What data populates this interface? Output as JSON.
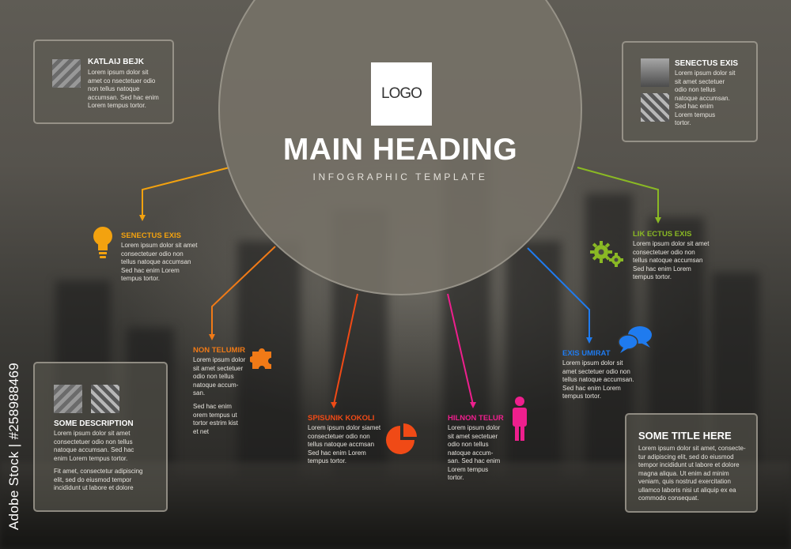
{
  "colors": {
    "yellow": "#f3a20f",
    "orange": "#f07a17",
    "red": "#f04a16",
    "pink": "#ee1f8d",
    "blue": "#1f7bef",
    "green": "#8ab924"
  },
  "header": {
    "logo": "LOGO",
    "main_heading": "MAIN HEADING",
    "subheading": "INFOGRAPHIC TEMPLATE"
  },
  "boxes": {
    "top_left": {
      "title": "KATLAIJ BEJK",
      "text": [
        "Lorem ipsum dolor sit",
        "amet co nsectetuer odio",
        "non tellus natoque",
        "accumsan. Sed hac enim",
        "Lorem tempus tortor."
      ]
    },
    "top_right": {
      "title": "SENECTUS EXIS",
      "text": [
        "Lorem ipsum dolor sit",
        "sit amet sectetuer",
        "odio non tellus",
        "natoque accumsan.",
        "Sed hac enim",
        "Lorem tempus",
        "tortor."
      ]
    },
    "bottom_left": {
      "title": "SOME DESCRIPTION",
      "text": [
        "Lorem ipsum dolor sit amet",
        "consectetuer odio non tellus",
        "natoque accumsan. Sed hac",
        "enim Lorem tempus tortor."
      ],
      "text2": [
        "Fit amet, consectetur adipiscing",
        "elit, sed do eiusmod tempor",
        "incididunt ut labore et dolore"
      ]
    },
    "bottom_right": {
      "title": "SOME TITLE HERE",
      "text": [
        "Lorem ipsum dolor sit amet, consecte-",
        "tur adipiscing elit, sed do eiusmod",
        "tempor incididunt ut labore et dolore",
        "magna aliqua. Ut enim ad minim",
        "veniam, quis nostrud exercitation",
        "ullamco laboris nisi ut aliquip ex ea",
        "commodo consequat."
      ]
    }
  },
  "items": {
    "senectus": {
      "label": "SENECTUS EXIS",
      "text": [
        "Lorem ipsum dolor sit amet",
        "consectetuer odio non",
        "tellus natoque accumsan",
        "Sed hac enim Lorem",
        "tempus tortor."
      ]
    },
    "non_telumir": {
      "label": "NON TELUMIR",
      "text": [
        "Lorem ipsum dolor",
        "sit amet sectetuer",
        "odio non tellus",
        "natoque accum-",
        "san."
      ],
      "text2": [
        "Sed hac enim",
        "orem tempus ut",
        "tortor estrim kist",
        "et net"
      ]
    },
    "spisunik": {
      "label": "SPISUNIK KOKOLI",
      "text": [
        "Lorem ipsum dolor siamet",
        "consectetuer odio non",
        "tellus natoque accmsan",
        "Sed hac enim Lorem",
        "tempus tortor."
      ]
    },
    "hilnon": {
      "label": "HILNON TELUR",
      "text": [
        "Lorem ipsum dolor",
        "sit amet sectetuer",
        "odio non tellus",
        "natoque accum-",
        "san. Sed hac enim",
        "Lorem tempus",
        "tortor."
      ]
    },
    "exis": {
      "label": "EXIS UMIRAT",
      "text": [
        "Lorem ipsum dolor sit",
        "amet sectetuer odio non",
        "tellus natoque accumsan.",
        "Sed hac enim Lorem",
        "tempus tortor."
      ]
    },
    "likectus": {
      "label": "LIK ECTUS EXIS",
      "text": [
        "Lorem ipsum dolor sit amet",
        "consectetuer odio non",
        "tellus natoque accumsan",
        "Sed hac enim Lorem",
        "tempus tortor."
      ]
    }
  },
  "watermark": {
    "vertical_text": "Adobe Stock | #258988469"
  }
}
